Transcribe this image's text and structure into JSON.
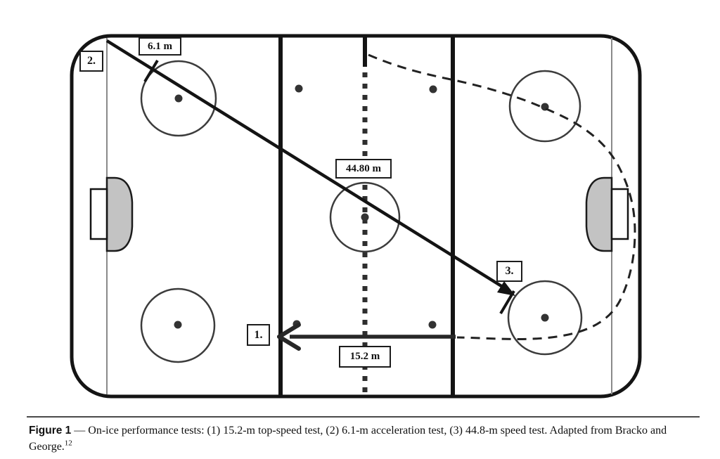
{
  "figure": {
    "labels": {
      "marker_2": "2.",
      "acceleration_distance": "6.1 m",
      "speed_distance": "44.80 m",
      "marker_3": "3.",
      "marker_1": "1.",
      "top_speed_distance": "15.2 m"
    },
    "caption": {
      "label": "Figure 1",
      "separator": "—",
      "text": "On-ice performance tests: (1) 15.2-m top-speed test, (2) 6.1-m acceleration test, (3) 44.8-m speed test. Adapted from Bracko and George.",
      "citation_ref": "12"
    },
    "colors": {
      "board_line": "#141414",
      "goal_line": "#8a8a8a",
      "circle_line": "#3c3c3c",
      "dashed_path": "#222222",
      "arrow": "#272727",
      "crease_fill": "#c3c3c3"
    }
  }
}
